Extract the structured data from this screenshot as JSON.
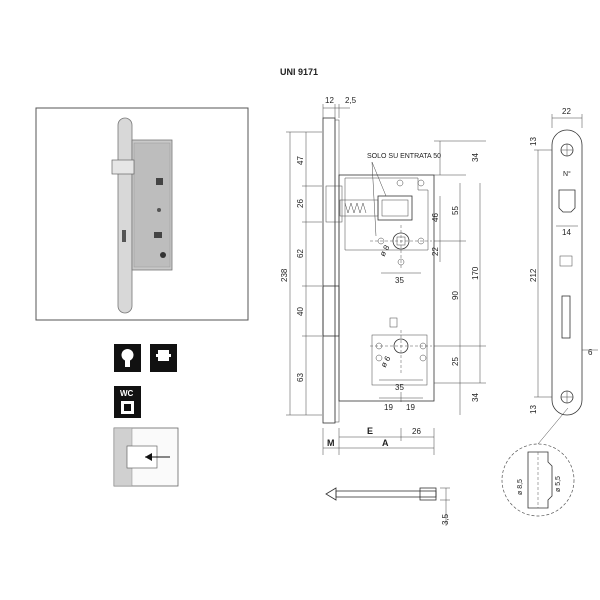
{
  "title": "UNI 9171",
  "annotations": {
    "solo": "SOLO SU ENTRATA 50",
    "n": "N°",
    "wc": "WC",
    "letter_m": "M",
    "letter_e": "E",
    "letter_a": "A"
  },
  "dims": {
    "d12": "12",
    "d2_5": "2,5",
    "d47": "47",
    "d26": "26",
    "d62": "62",
    "d238": "238",
    "d40": "40",
    "d63": "63",
    "d34a": "34",
    "d55": "55",
    "d46": "46",
    "d22": "22",
    "d170": "170",
    "d90": "90",
    "d25": "25",
    "d34b": "34",
    "d35a": "35",
    "d35b": "35",
    "d8": "ø 8",
    "d6": "ø 6",
    "d19a": "19",
    "d19b": "19",
    "d26b": "26",
    "d3_5": "3,5",
    "d22r": "22",
    "d13a": "13",
    "d14": "14",
    "d212": "212",
    "d6r": "6",
    "d13b": "13",
    "d8_5": "ø 8,5",
    "d5_5": "ø 5,5"
  }
}
